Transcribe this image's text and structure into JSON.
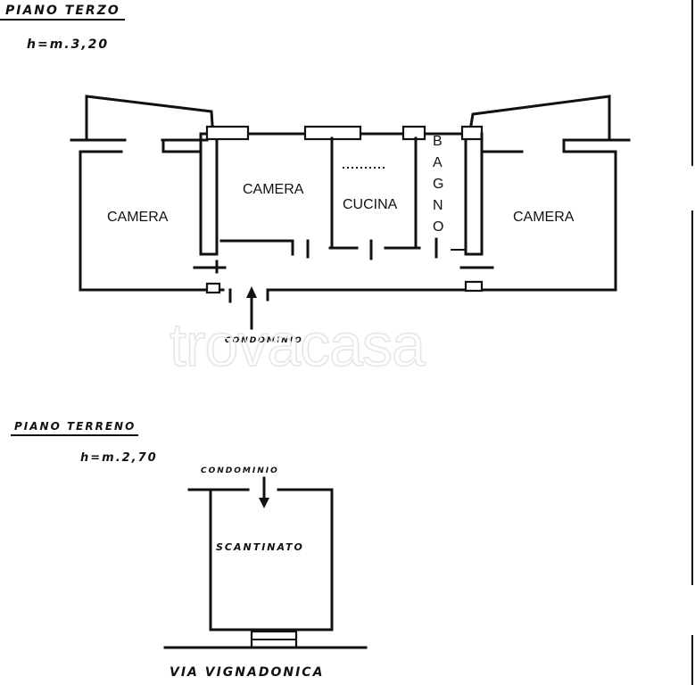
{
  "third_floor": {
    "title": "PIANO TERZO",
    "height": "h=m.3,20",
    "rooms": {
      "camera_left": "CAMERA",
      "camera_center": "CAMERA",
      "cucina": "CUCINA",
      "bagno_letters": [
        "B",
        "A",
        "G",
        "N",
        "O"
      ],
      "camera_right": "CAMERA"
    },
    "entrance_label": "CONDOMINIO"
  },
  "ground_floor": {
    "title": "PIANO TERRENO",
    "height": "h=m.2,70",
    "entrance_label": "CONDOMINIO",
    "room_label": "SCANTINATO",
    "street_label": "VIA VIGNADONICA"
  },
  "watermark": "trovacasa"
}
